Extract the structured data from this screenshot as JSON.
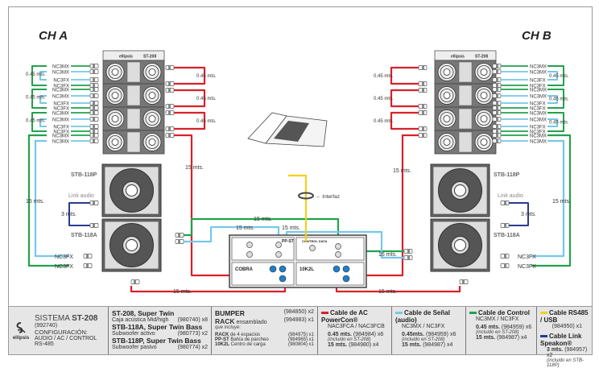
{
  "channels": {
    "a": "CH A",
    "b": "CH B"
  },
  "colors": {
    "ac": "#d7222a",
    "audio": "#76c7e8",
    "control": "#23a14d",
    "rs485": "#f2d01d",
    "link": "#2a3a8f"
  },
  "labels": {
    "nc3mx": "NC3MX",
    "nc3fx": "NC3FX",
    "short": "0.45 mts.",
    "long": "15 mts.",
    "link_len": "3 mts.",
    "link_audio": "Link audio",
    "stb_p": "STB-118P",
    "stb_a": "STB-118A",
    "interfaz": "Interfaz",
    "st208": "ST-208",
    "brand": "ellipsis",
    "rack_cobra": "COBRA",
    "rack_ppst": "PP-ST",
    "rack_control": "CONTROL DATA",
    "rack_10k": "10K2L"
  },
  "footer": {
    "system": {
      "prefix": "SISTEMA ",
      "name": "ST-208",
      "code": "(992740)",
      "config_label": "CONFIGURACIÓN:",
      "config": "AUDIO / AC / CONTROL RS-485",
      "logo": "ellipsis"
    },
    "products": [
      {
        "title": "ST-208, Super Twin",
        "desc": "Caja acústica Mid/high",
        "code": "(980740) x8"
      },
      {
        "title": "STB-118A, Super Twin Bass",
        "desc": "Subwoofer activo",
        "code": "(980773) x2"
      },
      {
        "title": "STB-118P, Super Twin Bass",
        "desc": "Subwoofer pasivo",
        "code": "(980774) x2"
      }
    ],
    "bumper": {
      "bumper_label": "BUMPER",
      "bumper_code": "(984850) x2",
      "rack_label": "RACK",
      "rack_suffix": " ensamblado",
      "rack_code": "(994983) x1",
      "includes": "que incluye:",
      "items": [
        {
          "name": "RACK",
          "desc": " de 4 espacios",
          "code": "(984975) x1"
        },
        {
          "name": "PP-ST",
          "desc": " Bahía de parcheo",
          "code": "(984965) x1"
        },
        {
          "name": "10K2L",
          "desc": " Centro de carga",
          "code": "(980804) x1"
        }
      ]
    },
    "cables": [
      {
        "title": "Cable de AC PowerCon®",
        "type": "NAC3FCA / NAC3FCB",
        "short_len": "0.45 mts.",
        "short_code": "(984984) x6",
        "note": "(incluido en ST-208)",
        "long_len": "15 mts.",
        "long_code": "(984980) x4",
        "color_key": "ac"
      },
      {
        "title": "Cable de Señal (audio)",
        "type": "NC3MX / NC3FX",
        "short_len": "0.45mts.",
        "short_code": "(984959) x6",
        "note": "(incluido en ST-208)",
        "long_len": "15 mts.",
        "long_code": "(984987) x4",
        "color_key": "audio"
      },
      {
        "title": "Cable de Control",
        "type": "NC3MX / NC3FX",
        "short_len": "0.45 mts.",
        "short_code": "(984959) x6",
        "note": "(incluido en ST-208)",
        "long_len": "15 mts.",
        "long_code": "(984987) x4",
        "color_key": "control"
      }
    ],
    "rs485": {
      "title": "Cable RS485 / USB",
      "code": "(984950) x1"
    },
    "link": {
      "title": "Cable Link Speakon®",
      "len": "3 mts.",
      "code": "(984957) x2",
      "note": "(incluido en STB-118P)"
    }
  }
}
